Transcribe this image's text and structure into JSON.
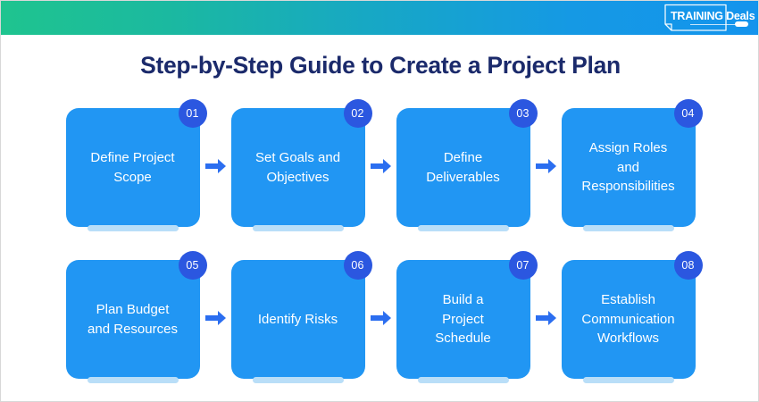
{
  "header": {
    "logo_text_part1": "TRA",
    "logo_text_part2": "INING",
    "logo_text_part3": " Deals",
    "gradient_start": "#1fc48f",
    "gradient_end": "#1494ed"
  },
  "title": "Step-by-Step Guide to Create a Project Plan",
  "colors": {
    "card_blue": "#2196f3",
    "badge_blue": "#2b57e0",
    "title_navy": "#1b2a6b",
    "stack_blue": "#b9def8",
    "arrow_blue": "#2b6ef0"
  },
  "steps": [
    {
      "number": "01",
      "label": "Define Project\nScope"
    },
    {
      "number": "02",
      "label": "Set Goals and\nObjectives"
    },
    {
      "number": "03",
      "label": "Define\nDeliverables"
    },
    {
      "number": "04",
      "label": "Assign Roles\nand\nResponsibilities"
    },
    {
      "number": "05",
      "label": "Plan Budget\nand Resources"
    },
    {
      "number": "06",
      "label": "Identify Risks"
    },
    {
      "number": "07",
      "label": "Build a\nProject\nSchedule"
    },
    {
      "number": "08",
      "label": "Establish\nCommunication\nWorkflows"
    }
  ],
  "icons": {
    "arrow": "arrow-right-icon",
    "logo_doc": "document-outline-icon"
  }
}
